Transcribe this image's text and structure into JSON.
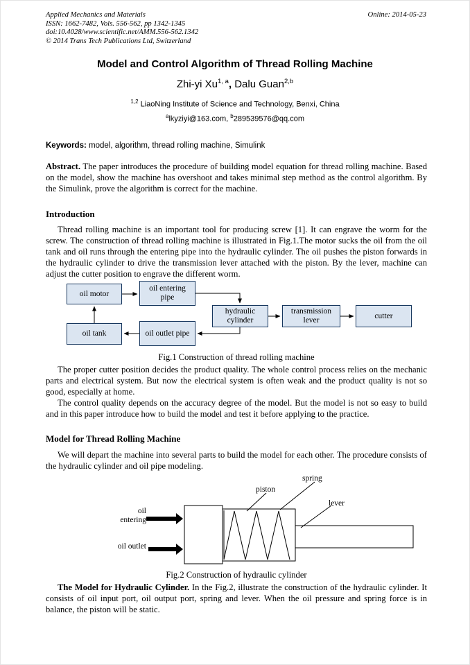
{
  "header": {
    "journal": "Applied Mechanics and Materials",
    "issn": "ISSN: 1662-7482, Vols. 556-562, pp 1342-1345",
    "doi": "doi:10.4028/www.scientific.net/AMM.556-562.1342",
    "copyright": "© 2014 Trans Tech Publications Ltd, Switzerland",
    "online": "Online: 2014-05-23"
  },
  "title": "Model and Control Algorithm of Thread Rolling Machine",
  "authors": {
    "author1": "Zhi-yi Xu",
    "author1_sup": "1, a",
    "separator": ", ",
    "author2": "Dalu Guan",
    "author2_sup": "2,b"
  },
  "affiliation": {
    "sup": "1,2",
    "text": " LiaoNing Institute of Science and Technology, Benxi, China"
  },
  "emails": {
    "sup_a": "a",
    "email_a": "lkyziyi@163.com, ",
    "sup_b": "b",
    "email_b": "289539576@qq.com"
  },
  "keywords": {
    "label": "Keywords:",
    "text": " model, algorithm, thread rolling machine, Simulink"
  },
  "abstract": {
    "label": "Abstract.",
    "text": " The paper introduces the procedure of building model equation for thread rolling machine. Based on the model, show the machine has overshoot and takes minimal step method as the control algorithm. By the Simulink, prove the algorithm is correct for the machine."
  },
  "sections": {
    "introduction": {
      "heading": "Introduction",
      "p1": "Thread rolling machine is an important tool for producing screw [1]. It can engrave the worm for the screw. The construction of thread rolling machine is illustrated in Fig.1.The motor sucks the oil from the oil tank and oil runs through the entering pipe into the hydraulic cylinder. The oil pushes the piston forwards in the hydraulic cylinder to drive the transmission lever attached with the piston. By the lever, machine can adjust the cutter position to engrave the different worm.",
      "p2": "The proper cutter position decides the product quality. The whole control process relies on the mechanic parts and electrical system. But now the electrical system is often weak and the product quality is not so good, especially at home.",
      "p3": "The control quality depends on the accuracy degree of the model. But the model is not so easy to build and in this paper introduce how to build the model and test it before applying to the practice."
    },
    "model": {
      "heading": "Model for Thread Rolling Machine",
      "p1": "We will depart the machine into several parts to build the model for each other. The procedure consists of the hydraulic cylinder and oil pipe modeling.",
      "p2_bold": "The Model for Hydraulic Cylinder.",
      "p2_rest": " In the Fig.2, illustrate the construction of the hydraulic cylinder. It consists of oil input port, oil output port, spring and lever. When the oil pressure and spring force is in balance, the piston will be static."
    }
  },
  "fig1": {
    "caption": "Fig.1 Construction of thread rolling machine",
    "boxes": {
      "oil_motor": "oil motor",
      "oil_entering_pipe": "oil entering pipe",
      "hydraulic_cylinder": "hydraulic cylinder",
      "transmission_lever": "transmission lever",
      "cutter": "cutter",
      "oil_tank": "oil tank",
      "oil_outlet_pipe": "oil outlet pipe"
    },
    "colors": {
      "box_fill": "#dbe5f1",
      "box_border": "#17375e",
      "arrow": "#000000"
    }
  },
  "fig2": {
    "caption": "Fig.2 Construction of hydraulic cylinder",
    "labels": {
      "spring": "spring",
      "piston": "piston",
      "lever": "lever",
      "oil_entering": "oil\nentering",
      "oil_outlet": "oil outlet"
    }
  }
}
